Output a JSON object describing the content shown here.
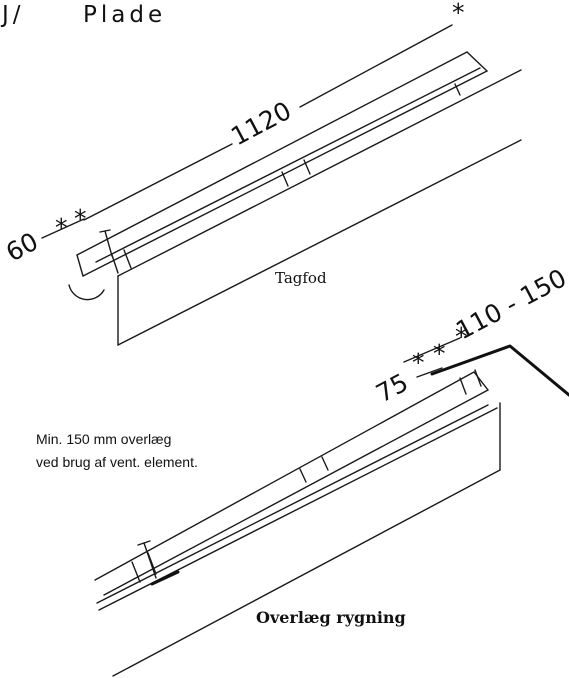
{
  "header": {
    "code": "J/",
    "title": "Plade"
  },
  "dimensions": {
    "length": "1120",
    "eaves_overhang": "60",
    "ridge_overlap_range": "110 - 150",
    "ridge_gap": "75"
  },
  "sections": {
    "eaves": "Tagfod",
    "ridge": "Overlæg rygning"
  },
  "note": {
    "line1": "Min. 150 mm overlæg",
    "line2": "ved brug af vent. element."
  }
}
